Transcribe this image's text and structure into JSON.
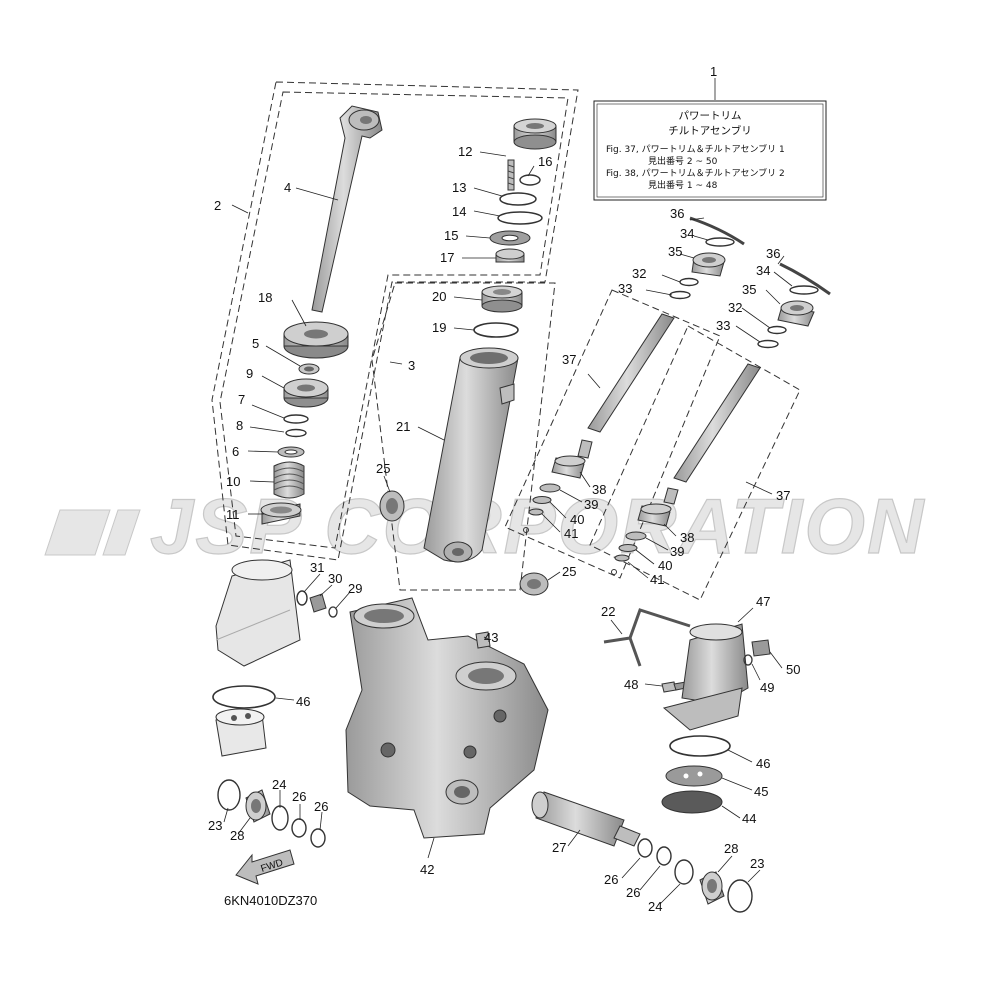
{
  "watermark": "JSP CORPORATION",
  "drawing_code": "6KN4010DZ370",
  "fwd_label": "FWD",
  "reference_box": {
    "number": "1",
    "title1": "パワートリム",
    "title2": "チルトアセンブリ",
    "line1": "Fig. 37, パワートリム＆チルトアセンブリ 1",
    "line2": "見出番号 2 ~ 50",
    "line3": "Fig. 38, パワートリム＆チルトアセンブリ 2",
    "line4": "見出番号 1 ~ 48"
  },
  "callouts": {
    "c2": "2",
    "c3": "3",
    "c4": "4",
    "c5": "5",
    "c6": "6",
    "c7": "7",
    "c8": "8",
    "c9": "9",
    "c10": "10",
    "c11": "11",
    "c12": "12",
    "c13": "13",
    "c14": "14",
    "c15": "15",
    "c16": "16",
    "c17": "17",
    "c18": "18",
    "c19": "19",
    "c20": "20",
    "c21": "21",
    "c22": "22",
    "c23a": "23",
    "c23b": "23",
    "c24a": "24",
    "c24b": "24",
    "c25a": "25",
    "c25b": "25",
    "c26a": "26",
    "c26b": "26",
    "c26c": "26",
    "c26d": "26",
    "c27": "27",
    "c28a": "28",
    "c28b": "28",
    "c29": "29",
    "c30": "30",
    "c31": "31",
    "c32a": "32",
    "c32b": "32",
    "c33a": "33",
    "c33b": "33",
    "c34a": "34",
    "c34b": "34",
    "c35a": "35",
    "c35b": "35",
    "c36a": "36",
    "c36b": "36",
    "c37a": "37",
    "c37b": "37",
    "c38a": "38",
    "c38b": "38",
    "c39a": "39",
    "c39b": "39",
    "c40a": "40",
    "c40b": "40",
    "c41a": "41",
    "c41b": "41",
    "c42": "42",
    "c43": "43",
    "c44": "44",
    "c45": "45",
    "c46a": "46",
    "c46b": "46",
    "c47": "47",
    "c48": "48",
    "c49": "49",
    "c50": "50"
  },
  "colors": {
    "part_fill": "#d4d4d4",
    "part_dark": "#9a9a9a",
    "line": "#222222",
    "watermark": "#e6e6e6"
  }
}
